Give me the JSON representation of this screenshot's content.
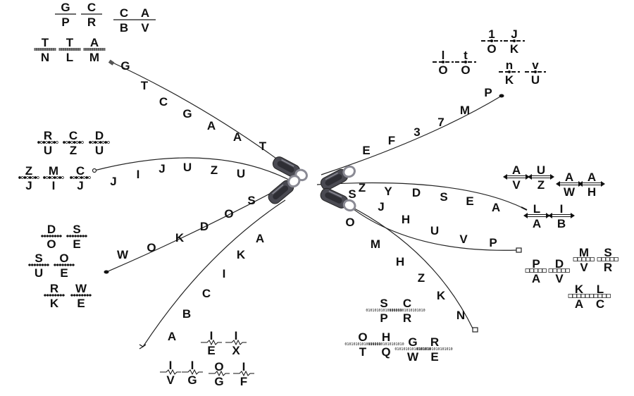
{
  "colors": {
    "ink": "#111111",
    "zipper": "#4a4a52",
    "zipper_highlight": "#8a8a94"
  },
  "curves": [
    {
      "id": "gtcgaat",
      "letters": [
        "G",
        "T",
        "C",
        "G",
        "A",
        "A",
        "T"
      ],
      "end": "hatched-rect"
    },
    {
      "id": "ef37mp",
      "letters": [
        "E",
        "F",
        "3",
        "7",
        "M",
        "P"
      ],
      "end": "dot"
    },
    {
      "id": "jijuzu",
      "letters": [
        "J",
        "I",
        "J",
        "U",
        "Z",
        "U"
      ],
      "end": "circle"
    },
    {
      "id": "zydsea",
      "letters": [
        "Z",
        "Y",
        "D",
        "S",
        "E",
        "A"
      ],
      "end": "line"
    },
    {
      "id": "wokdos",
      "letters": [
        "W",
        "O",
        "K",
        "D",
        "O",
        "S"
      ],
      "end": "dot"
    },
    {
      "id": "sjhuvp",
      "letters": [
        "S",
        "J",
        "H",
        "U",
        "V",
        "P"
      ],
      "end": "rect"
    },
    {
      "id": "abcika",
      "letters": [
        "A",
        "B",
        "C",
        "I",
        "K",
        "A"
      ],
      "end": "fork"
    },
    {
      "id": "omhzkn",
      "letters": [
        "O",
        "M",
        "H",
        "Z",
        "K",
        "N"
      ],
      "end": "rect"
    }
  ],
  "pairs": [
    {
      "top": "G",
      "bottom": "P",
      "style": "solid"
    },
    {
      "top": "C",
      "bottom": "R",
      "style": "solid"
    },
    {
      "top": "C",
      "bottom": "B",
      "style": "solid"
    },
    {
      "top": "A",
      "bottom": "V",
      "style": "solid"
    },
    {
      "top": "T",
      "bottom": "N",
      "style": "hatched"
    },
    {
      "top": "T",
      "bottom": "L",
      "style": "hatched"
    },
    {
      "top": "A",
      "bottom": "M",
      "style": "hatched"
    },
    {
      "top": "1",
      "bottom": "O",
      "style": "dashdot"
    },
    {
      "top": "J",
      "bottom": "K",
      "style": "dashdot"
    },
    {
      "top": "l",
      "bottom": "O",
      "style": "dashdot"
    },
    {
      "top": "t",
      "bottom": "O",
      "style": "dashdot"
    },
    {
      "top": "n",
      "bottom": "K",
      "style": "dashdot"
    },
    {
      "top": "v",
      "bottom": "U",
      "style": "dashdot"
    },
    {
      "top": "R",
      "bottom": "U",
      "style": "beads"
    },
    {
      "top": "C",
      "bottom": "Z",
      "style": "beads"
    },
    {
      "top": "D",
      "bottom": "U",
      "style": "beads"
    },
    {
      "top": "Z",
      "bottom": "J",
      "style": "beads"
    },
    {
      "top": "M",
      "bottom": "I",
      "style": "beads"
    },
    {
      "top": "C",
      "bottom": "J",
      "style": "beads"
    },
    {
      "top": "A",
      "bottom": "V",
      "style": "arrows"
    },
    {
      "top": "U",
      "bottom": "Z",
      "style": "arrows"
    },
    {
      "top": "A",
      "bottom": "W",
      "style": "arrows"
    },
    {
      "top": "A",
      "bottom": "H",
      "style": "arrows"
    },
    {
      "top": "L",
      "bottom": "A",
      "style": "arrows"
    },
    {
      "top": "I",
      "bottom": "B",
      "style": "arrows"
    },
    {
      "top": "D",
      "bottom": "O",
      "style": "dots"
    },
    {
      "top": "S",
      "bottom": "E",
      "style": "dots"
    },
    {
      "top": "S",
      "bottom": "U",
      "style": "dots"
    },
    {
      "top": "O",
      "bottom": "E",
      "style": "dots"
    },
    {
      "top": "R",
      "bottom": "K",
      "style": "dots"
    },
    {
      "top": "W",
      "bottom": "E",
      "style": "dots"
    },
    {
      "top": "P",
      "bottom": "A",
      "style": "boxes"
    },
    {
      "top": "D",
      "bottom": "V",
      "style": "boxes"
    },
    {
      "top": "M",
      "bottom": "V",
      "style": "boxes"
    },
    {
      "top": "S",
      "bottom": "R",
      "style": "boxes"
    },
    {
      "top": "K",
      "bottom": "A",
      "style": "boxes"
    },
    {
      "top": "L",
      "bottom": "C",
      "style": "boxes"
    },
    {
      "top": "S",
      "bottom": "P",
      "style": "binary"
    },
    {
      "top": "C",
      "bottom": "R",
      "style": "binary"
    },
    {
      "top": "O",
      "bottom": "T",
      "style": "binary"
    },
    {
      "top": "H",
      "bottom": "Q",
      "style": "binary"
    },
    {
      "top": "G",
      "bottom": "W",
      "style": "binary"
    },
    {
      "top": "R",
      "bottom": "E",
      "style": "binary"
    },
    {
      "top": "I",
      "bottom": "E",
      "style": "zigzag"
    },
    {
      "top": "I",
      "bottom": "X",
      "style": "zigzag"
    },
    {
      "top": "I",
      "bottom": "V",
      "style": "zigzag"
    },
    {
      "top": "I",
      "bottom": "G",
      "style": "zigzag"
    },
    {
      "top": "O",
      "bottom": "G",
      "style": "zigzag"
    },
    {
      "top": "I",
      "bottom": "F",
      "style": "zigzag"
    }
  ],
  "binary_strip": "01010101010101010"
}
